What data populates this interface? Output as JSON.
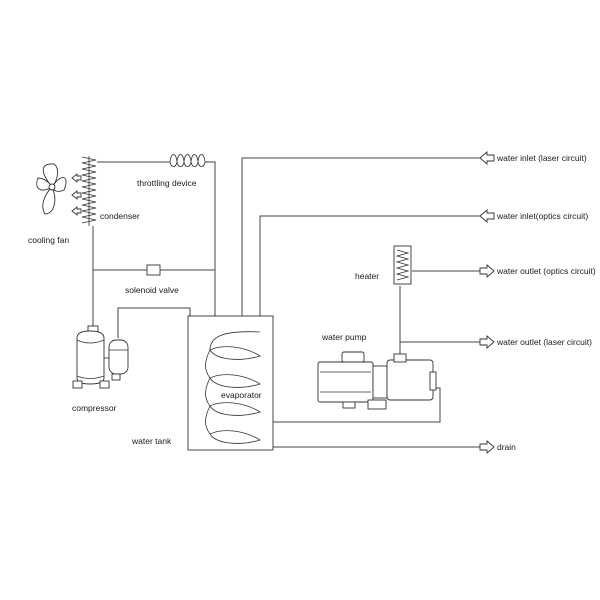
{
  "labels": {
    "throttling_device": "throttling device",
    "condenser": "condenser",
    "cooling_fan": "cooling fan",
    "solenoid_valve": "solenoid valve",
    "compressor": "compressor",
    "water_tank": "water tank",
    "evaporator": "evaporator",
    "heater": "heater",
    "water_pump": "water pump",
    "water_inlet_laser": "water inlet (laser circuit)",
    "water_inlet_optics": "water inlet(optics circuit)",
    "water_outlet_optics": "water outlet (optics circuit)",
    "water_outlet_laser": "water outlet (laser circuit)",
    "drain": "drain"
  },
  "colors": {
    "line": "#444444",
    "background": "#ffffff"
  }
}
